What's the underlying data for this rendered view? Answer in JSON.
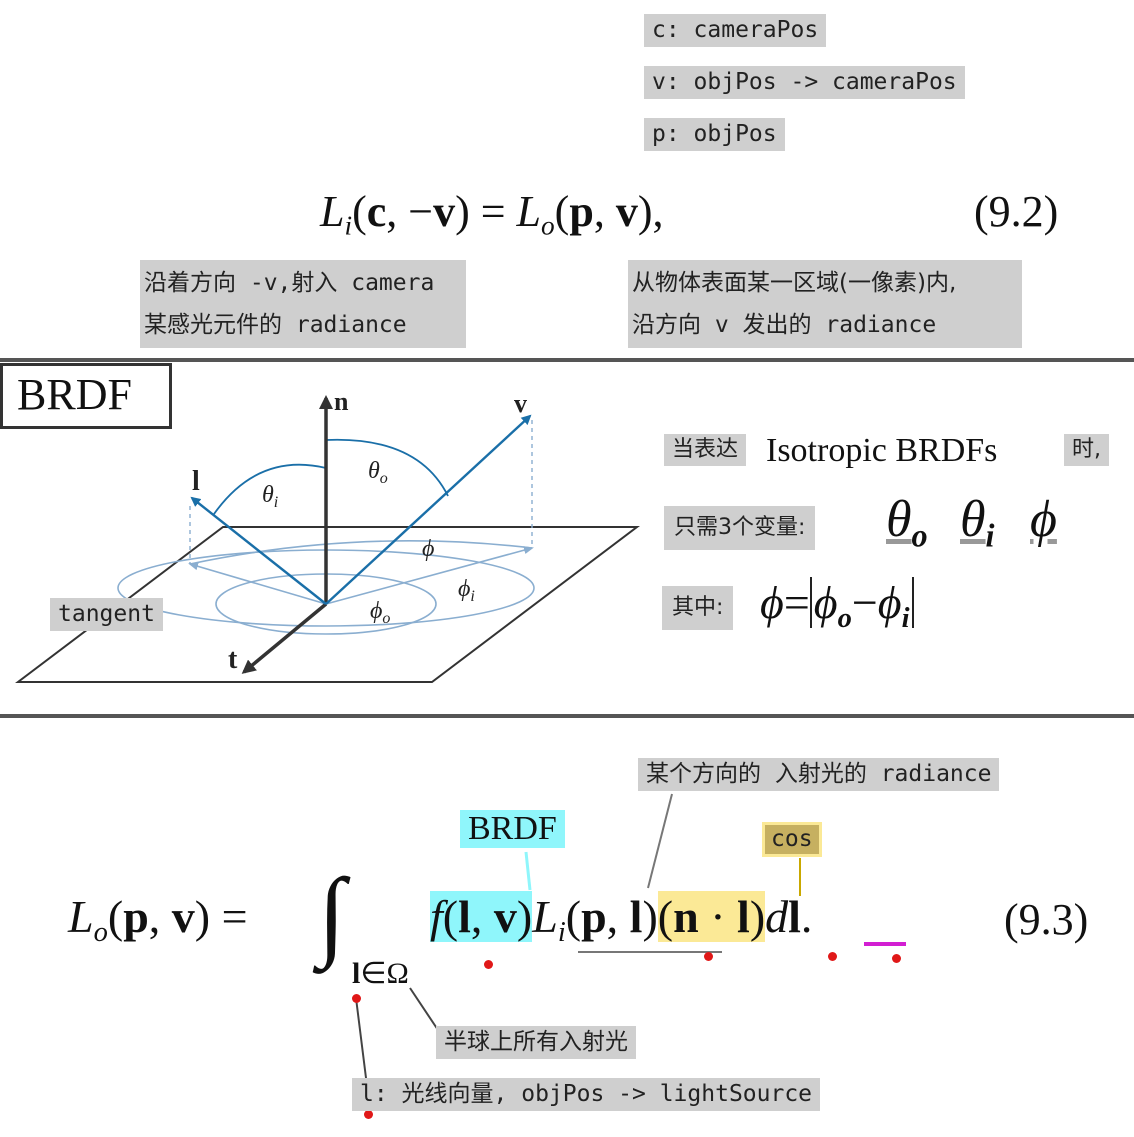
{
  "top_tags": {
    "c": "c: cameraPos",
    "v": "v: objPos -> cameraPos",
    "p": "p: objPos"
  },
  "eq92": {
    "number": "(9.2)"
  },
  "left_note": {
    "line1": "沿着方向 -v,射入 camera",
    "line2": "某感光元件的 radiance"
  },
  "right_note": {
    "line1": "从物体表面某一区域(一像素)内,",
    "line2": "沿方向 v 发出的 radiance"
  },
  "brdf_box": {
    "title": "BRDF"
  },
  "diagram": {
    "n": "n",
    "v": "v",
    "l": "l",
    "t": "t",
    "theta_o": "θo",
    "theta_i": "θi",
    "phi": "ϕ",
    "phi_i": "ϕi",
    "phi_o": "ϕo",
    "tangent": "tangent"
  },
  "iso": {
    "pre": "当表达",
    "text": "Isotropic BRDFs",
    "post": "时,",
    "vars_label": "只需3个变量:",
    "where_label": "其中:"
  },
  "eq93": {
    "number": "(9.3)",
    "brdf_label": "BRDF",
    "cos_label": "cos",
    "radiance_label": "某个方向的 入射光的 radiance",
    "hemisphere_label": "半球上所有入射光",
    "l_label": "l: 光线向量, objPos -> lightSource"
  },
  "colors": {
    "tag_bg": "#cfcfcf",
    "cyan_highlight": "#8ff6fb",
    "yellow_highlight": "#fbe996",
    "diagram_blue": "#1a6fa8",
    "marker_red": "#e01818",
    "underline_magenta": "#d21ed2"
  }
}
